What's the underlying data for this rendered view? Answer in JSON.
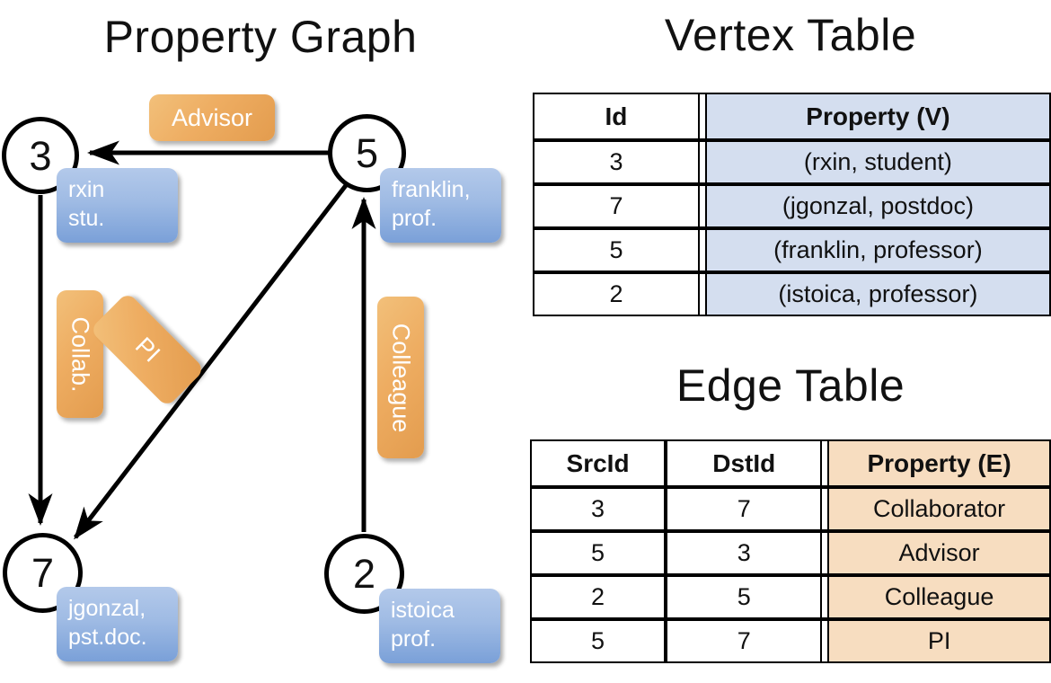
{
  "titles": {
    "property_graph": "Property Graph",
    "vertex_table": "Vertex Table",
    "edge_table": "Edge Table"
  },
  "graph": {
    "nodes": [
      {
        "id": "3",
        "property_lines": [
          "rxin",
          "stu."
        ]
      },
      {
        "id": "5",
        "property_lines": [
          "franklin,",
          "prof."
        ]
      },
      {
        "id": "7",
        "property_lines": [
          "jgonzal,",
          "pst.doc."
        ]
      },
      {
        "id": "2",
        "property_lines": [
          "istoica",
          "prof."
        ]
      }
    ],
    "edge_labels": [
      {
        "name": "advisor",
        "text": "Advisor"
      },
      {
        "name": "collab",
        "text": "Collab."
      },
      {
        "name": "pi",
        "text": "PI"
      },
      {
        "name": "colleague",
        "text": "Colleague"
      }
    ]
  },
  "vertex_table": {
    "headers": [
      "Id",
      "Property (V)"
    ],
    "rows": [
      {
        "id": "3",
        "property": "(rxin, student)"
      },
      {
        "id": "7",
        "property": "(jgonzal, postdoc)"
      },
      {
        "id": "5",
        "property": "(franklin, professor)"
      },
      {
        "id": "2",
        "property": "(istoica, professor)"
      }
    ],
    "accent_color": "#d4deef"
  },
  "edge_table": {
    "headers": [
      "SrcId",
      "DstId",
      "Property (E)"
    ],
    "rows": [
      {
        "src": "3",
        "dst": "7",
        "property": "Collaborator"
      },
      {
        "src": "5",
        "dst": "3",
        "property": "Advisor"
      },
      {
        "src": "2",
        "dst": "5",
        "property": "Colleague"
      },
      {
        "src": "5",
        "dst": "7",
        "property": "PI"
      }
    ],
    "accent_color": "#f7ddc0"
  }
}
